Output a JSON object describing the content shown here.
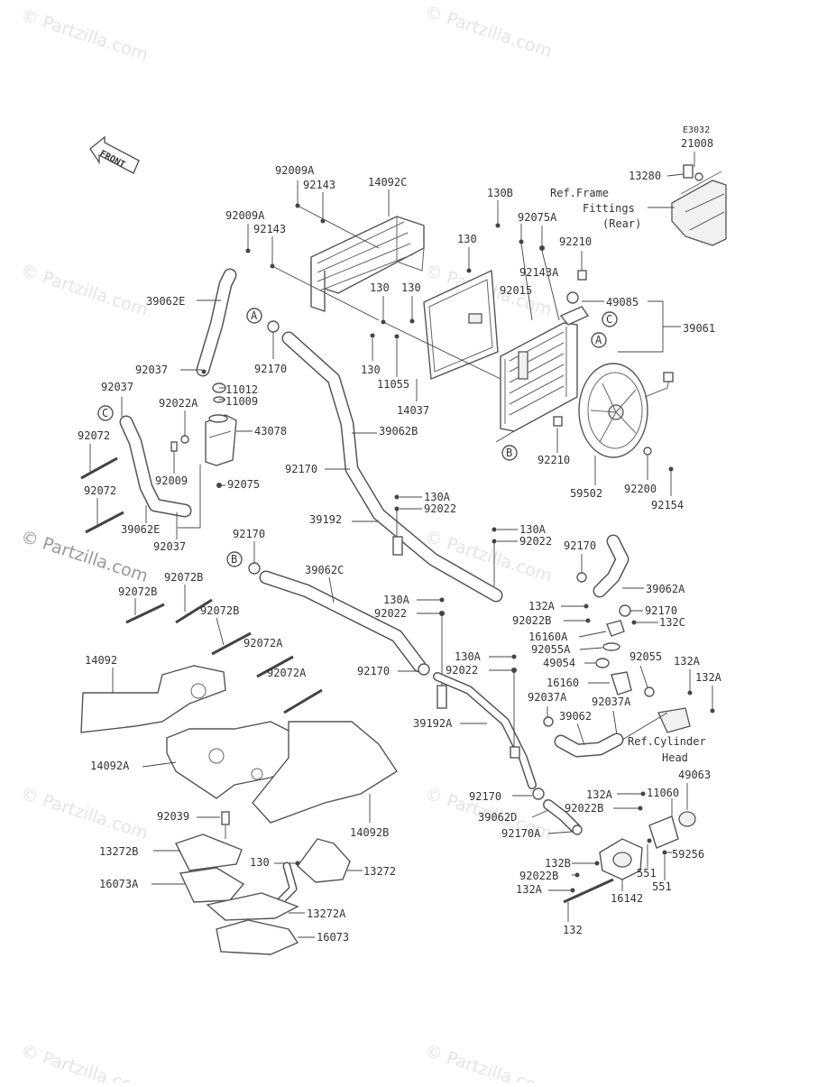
{
  "diagram": {
    "code": "E3032",
    "watermark": "© Partzilla.com",
    "front_label": "FRONT",
    "ref_frame_fittings": [
      "Ref.Frame",
      "Fittings",
      "(Rear)"
    ],
    "ref_cylinder_head": [
      "Ref.Cylinder",
      "Head"
    ],
    "callouts": {
      "A": "A",
      "B": "B",
      "C": "C"
    },
    "labels": {
      "l21008": "21008",
      "l13280": "13280",
      "l92009A_1": "92009A",
      "l92143_1": "92143",
      "l14092C": "14092C",
      "l92009A_2": "92009A",
      "l92143_2": "92143",
      "l130B": "130B",
      "l92075A": "92075A",
      "l130_1": "130",
      "l92210_1": "92210",
      "l92143A": "92143A",
      "l92015": "92015",
      "l49085": "49085",
      "l39062E": "39062E",
      "l130_2": "130",
      "l130_3": "130",
      "l39061": "39061",
      "l92170_1": "92170",
      "l92037_1": "92037",
      "l130_4": "130",
      "l11055": "11055",
      "l11012": "11012",
      "l11009": "11009",
      "l92037_2": "92037",
      "l92022A": "92022A",
      "l14037": "14037",
      "l43078": "43078",
      "l39062B": "39062B",
      "l92072_1": "92072",
      "l92009": "92009",
      "l92170_2": "92170",
      "l92210_2": "92210",
      "l92075": "92075",
      "l92072_2": "92072",
      "l39062E_2": "39062E",
      "l130A_1": "130A",
      "l92022_1": "92022",
      "l59502": "59502",
      "l92200": "92200",
      "l92154": "92154",
      "l39192": "39192",
      "l92037_3": "92037",
      "l130A_2": "130A",
      "l92022_2": "92022",
      "l92170_3": "92170",
      "l92170_4": "92170",
      "l39062C": "39062C",
      "l92072B_1": "92072B",
      "l92072B_2": "92072B",
      "l39062A": "39062A",
      "l92072B_3": "92072B",
      "l130A_3": "130A",
      "l92022_3": "92022",
      "l132A_1": "132A",
      "l92170_5": "92170",
      "l92022B_1": "92022B",
      "l132C": "132C",
      "l92072A_1": "92072A",
      "l16160A": "16160A",
      "l92055A": "92055A",
      "l130A_4": "130A",
      "l92022_4": "92022",
      "l92055": "92055",
      "l132A_2": "132A",
      "l14092": "14092",
      "l92170_6": "92170",
      "l92072A_2": "92072A",
      "l49054": "49054",
      "l16160": "16160",
      "l132A_3": "132A",
      "l92037A_1": "92037A",
      "l92037A_2": "92037A",
      "l39192A": "39192A",
      "l39062": "39062",
      "l14092A": "14092A",
      "l49063": "49063",
      "l92170_7": "92170",
      "l132A_4": "132A",
      "l11060": "11060",
      "l92039": "92039",
      "l92022B_2": "92022B",
      "l14092B": "14092B",
      "l39062D": "39062D",
      "l92170A": "92170A",
      "l59256": "59256",
      "l13272B": "13272B",
      "l130_5": "130",
      "l13272": "13272",
      "l132B": "132B",
      "l551_1": "551",
      "l92022B_3": "92022B",
      "l551_2": "551",
      "l16073A": "16073A",
      "l132A_5": "132A",
      "l16142": "16142",
      "l13272A": "13272A",
      "l132": "132",
      "l16073": "16073"
    }
  }
}
